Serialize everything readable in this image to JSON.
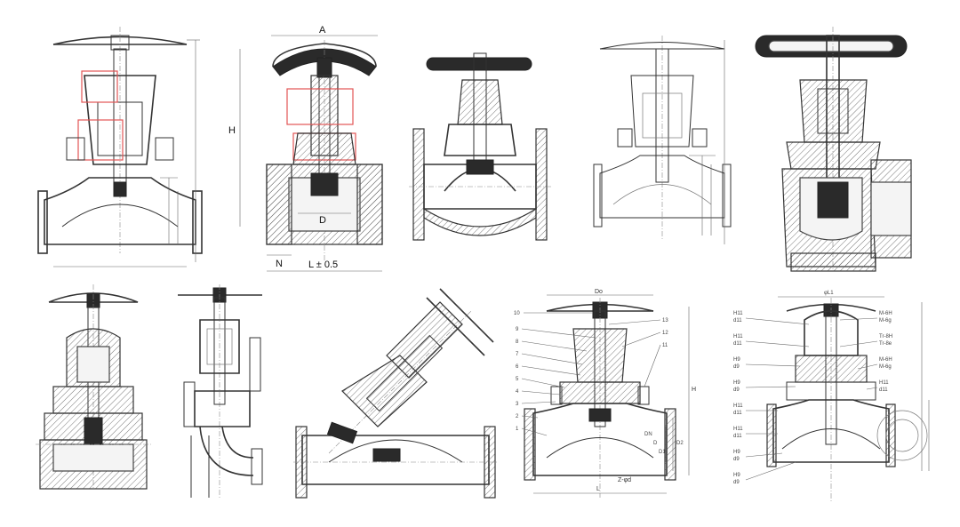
{
  "panel2": {
    "label_A": "A",
    "label_H": "H",
    "label_D": "D",
    "label_N": "N",
    "label_L": "L ± 0.5"
  },
  "panel9": {
    "label_Do": "Do",
    "label_H": "H",
    "label_L": "L",
    "label_Zd": "Z-φd",
    "label_D": "D",
    "label_D1": "D1",
    "label_D2": "D2",
    "label_DN": "DN",
    "callouts": [
      "10",
      "9",
      "8",
      "7",
      "6",
      "5",
      "4",
      "3",
      "2",
      "1",
      "13",
      "12",
      "11"
    ]
  },
  "panel10": {
    "label_top": "φL1",
    "left_labels": [
      "H11",
      "d11",
      "H11",
      "d11",
      "H9",
      "d9",
      "H9",
      "d9",
      "H11",
      "d11",
      "H11",
      "d11",
      "H9",
      "d9",
      "H9",
      "d9"
    ],
    "right_labels": [
      "M-6H",
      "M-6g",
      "Tr-8H",
      "Tr-8e",
      "M-6H",
      "M-6g",
      "H11",
      "d11"
    ]
  },
  "colors": {
    "ink": "#333333",
    "highlight": "#e25555",
    "paper": "#ffffff"
  }
}
